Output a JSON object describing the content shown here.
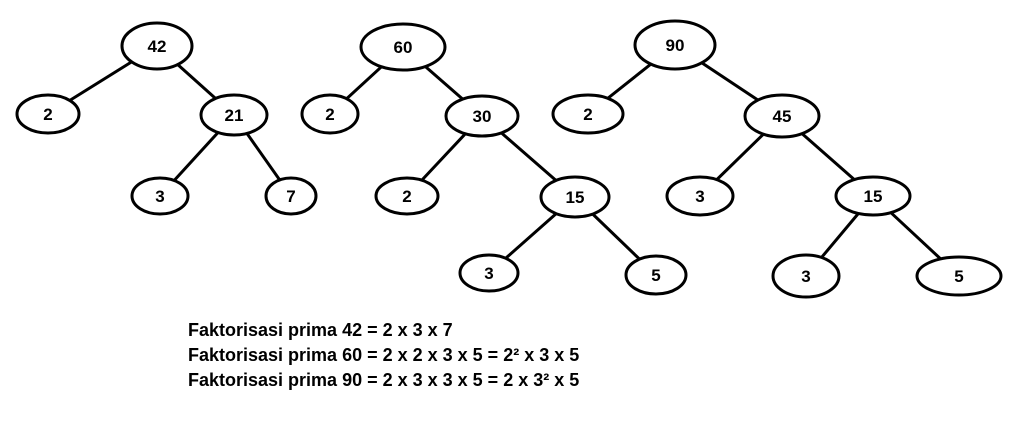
{
  "trees": [
    {
      "id": "tree-42",
      "nodes": [
        {
          "id": "a",
          "label": "42"
        },
        {
          "id": "b",
          "label": "2"
        },
        {
          "id": "c",
          "label": "21"
        },
        {
          "id": "d",
          "label": "3"
        },
        {
          "id": "e",
          "label": "7"
        }
      ],
      "edges": [
        [
          "a",
          "b"
        ],
        [
          "a",
          "c"
        ],
        [
          "c",
          "d"
        ],
        [
          "c",
          "e"
        ]
      ]
    },
    {
      "id": "tree-60",
      "nodes": [
        {
          "id": "a",
          "label": "60"
        },
        {
          "id": "b",
          "label": "2"
        },
        {
          "id": "c",
          "label": "30"
        },
        {
          "id": "d",
          "label": "2"
        },
        {
          "id": "e",
          "label": "15"
        },
        {
          "id": "f",
          "label": "3"
        },
        {
          "id": "g",
          "label": "5"
        }
      ],
      "edges": [
        [
          "a",
          "b"
        ],
        [
          "a",
          "c"
        ],
        [
          "c",
          "d"
        ],
        [
          "c",
          "e"
        ],
        [
          "e",
          "f"
        ],
        [
          "e",
          "g"
        ]
      ]
    },
    {
      "id": "tree-90",
      "nodes": [
        {
          "id": "a",
          "label": "90"
        },
        {
          "id": "b",
          "label": "2"
        },
        {
          "id": "c",
          "label": "45"
        },
        {
          "id": "d",
          "label": "3"
        },
        {
          "id": "e",
          "label": "15"
        },
        {
          "id": "f",
          "label": "3"
        },
        {
          "id": "g",
          "label": "5"
        }
      ],
      "edges": [
        [
          "a",
          "b"
        ],
        [
          "a",
          "c"
        ],
        [
          "c",
          "d"
        ],
        [
          "c",
          "e"
        ],
        [
          "e",
          "f"
        ],
        [
          "e",
          "g"
        ]
      ]
    }
  ],
  "formulas": [
    "Faktorisasi prima 42 = 2 x 3 x 7",
    "Faktorisasi prima 60 = 2 x 2 x 3 x 5 = 2² x 3 x 5",
    "Faktorisasi prima 90 = 2 x 3 x 3 x 5 = 2 x 3² x 5"
  ]
}
